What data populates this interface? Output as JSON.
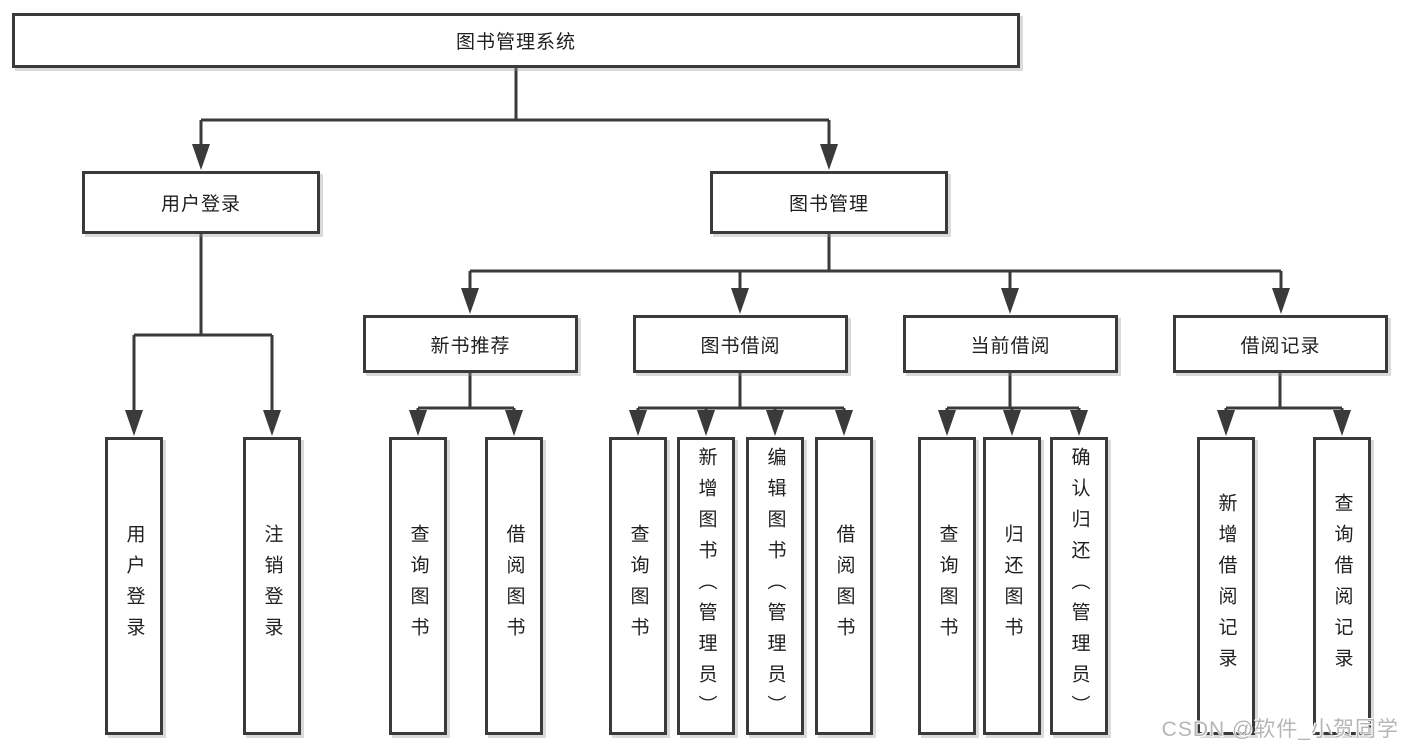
{
  "tree": {
    "root": "图书管理系统",
    "branches": [
      {
        "label": "用户登录",
        "children": [
          "用户登录",
          "注销登录"
        ]
      },
      {
        "label": "图书管理",
        "children": [
          {
            "label": "新书推荐",
            "children": [
              "查询图书",
              "借阅图书"
            ]
          },
          {
            "label": "图书借阅",
            "children": [
              "查询图书",
              "新增图书（管理员）",
              "编辑图书（管理员）",
              "借阅图书"
            ]
          },
          {
            "label": "当前借阅",
            "children": [
              "查询图书",
              "归还图书",
              "确认归还（管理员）"
            ]
          },
          {
            "label": "借阅记录",
            "children": [
              "新增借阅记录",
              "查询借阅记录"
            ]
          }
        ]
      }
    ]
  },
  "watermark": {
    "text": "CSDN @软件_小贺同学"
  },
  "colors": {
    "line": "#3a3a3a",
    "text": "#1f1f1f",
    "box_background": "#ffffff",
    "watermark": "#b6b6b6",
    "background": "#ffffff"
  }
}
